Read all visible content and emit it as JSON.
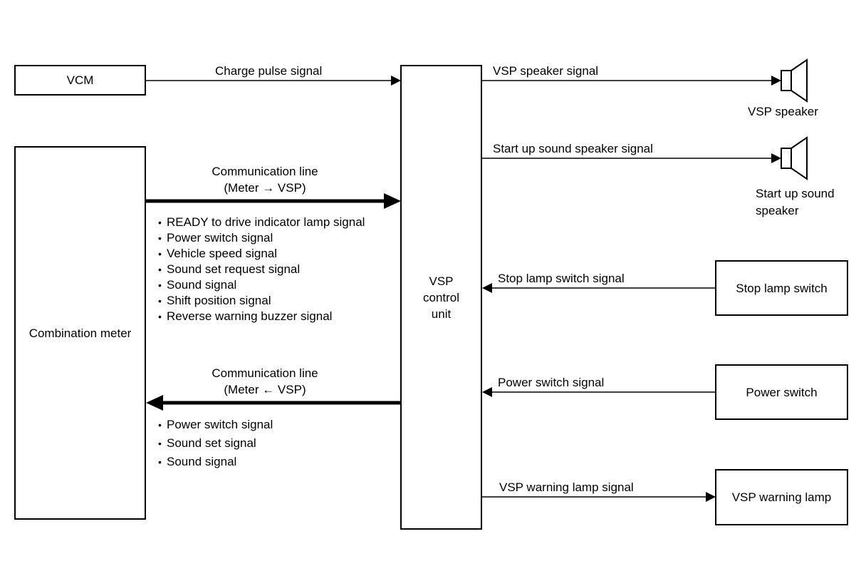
{
  "boxes": {
    "vcm": "VCM",
    "combination_meter": "Combination meter",
    "vsp_control_unit": [
      "VSP",
      "control",
      "unit"
    ],
    "stop_lamp_switch": "Stop lamp switch",
    "power_switch": "Power switch",
    "vsp_warning_lamp": "VSP warning lamp"
  },
  "speakers": {
    "vsp_speaker": "VSP speaker",
    "startup_speaker": [
      "Start up sound",
      "speaker"
    ]
  },
  "signals": {
    "charge_pulse": "Charge pulse signal",
    "vsp_speaker_signal": "VSP speaker signal",
    "startup_speaker_signal": "Start up sound speaker signal",
    "stop_lamp_switch_signal": "Stop lamp switch signal",
    "power_switch_signal": "Power switch signal",
    "vsp_warning_lamp_signal": "VSP warning lamp signal"
  },
  "comm_to_vsp": {
    "title": "Communication line",
    "subtitle": "(Meter → VSP)",
    "items": [
      "READY to drive indicator lamp signal",
      "Power switch signal",
      "Vehicle speed signal",
      "Sound set request signal",
      "Sound signal",
      "Shift position signal",
      "Reverse warning buzzer signal"
    ]
  },
  "comm_to_meter": {
    "title": "Communication line",
    "subtitle": "(Meter ← VSP)",
    "items": [
      "Power switch signal",
      "Sound set signal",
      "Sound signal"
    ]
  }
}
